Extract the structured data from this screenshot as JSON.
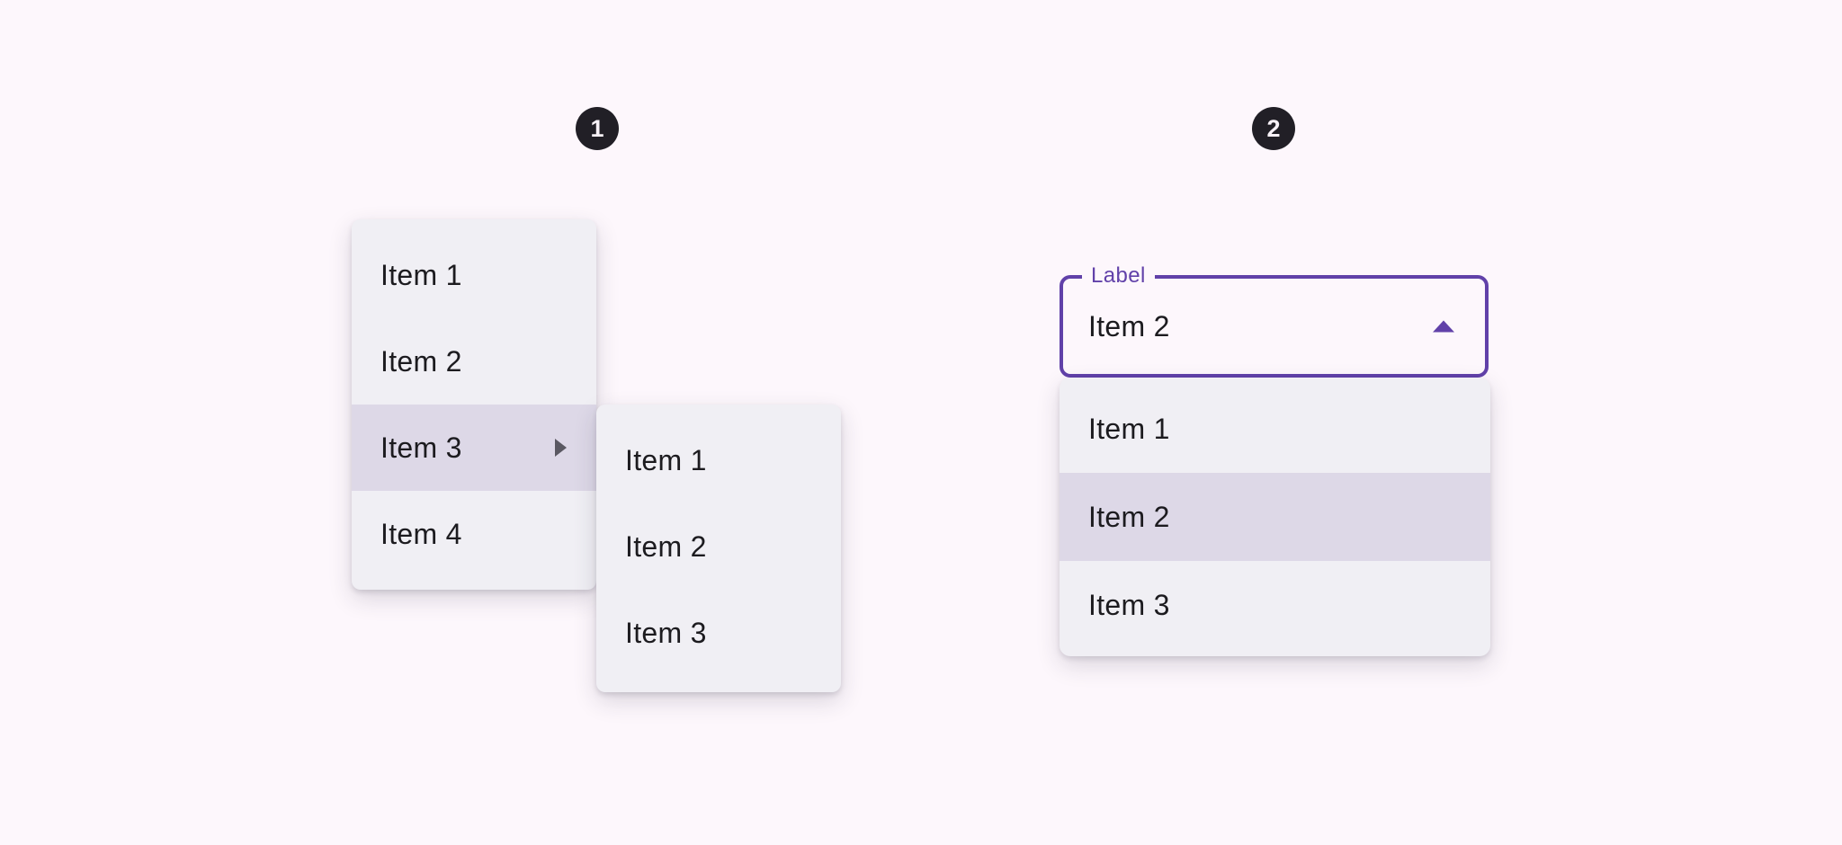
{
  "colors": {
    "page_bg": "#FDF7FC",
    "panel_bg": "#F0EFF4",
    "highlight_bg": "#DDD8E7",
    "text": "#1C1B1F",
    "accent_purple": "#6141A9",
    "badge_bg": "#211F26",
    "badge_text": "#F7F1F7",
    "submenu_arrow_gray": "#5A5862"
  },
  "badges": {
    "step1": "1",
    "step2": "2"
  },
  "context_menu": {
    "items": [
      {
        "label": "Item 1",
        "highlighted": false,
        "has_submenu": false
      },
      {
        "label": "Item 2",
        "highlighted": false,
        "has_submenu": false
      },
      {
        "label": "Item 3",
        "highlighted": true,
        "has_submenu": true
      },
      {
        "label": "Item 4",
        "highlighted": false,
        "has_submenu": false
      }
    ]
  },
  "submenu": {
    "items": [
      {
        "label": "Item 1"
      },
      {
        "label": "Item 2"
      },
      {
        "label": "Item 3"
      }
    ]
  },
  "select": {
    "label": "Label",
    "value": "Item 2",
    "state": "open",
    "options": [
      {
        "label": "Item 1",
        "selected": false
      },
      {
        "label": "Item 2",
        "selected": true
      },
      {
        "label": "Item 3",
        "selected": false
      }
    ]
  },
  "icons": {
    "submenu_arrow": "right-pointing-triangle",
    "select_arrow": "up-pointing-triangle"
  }
}
